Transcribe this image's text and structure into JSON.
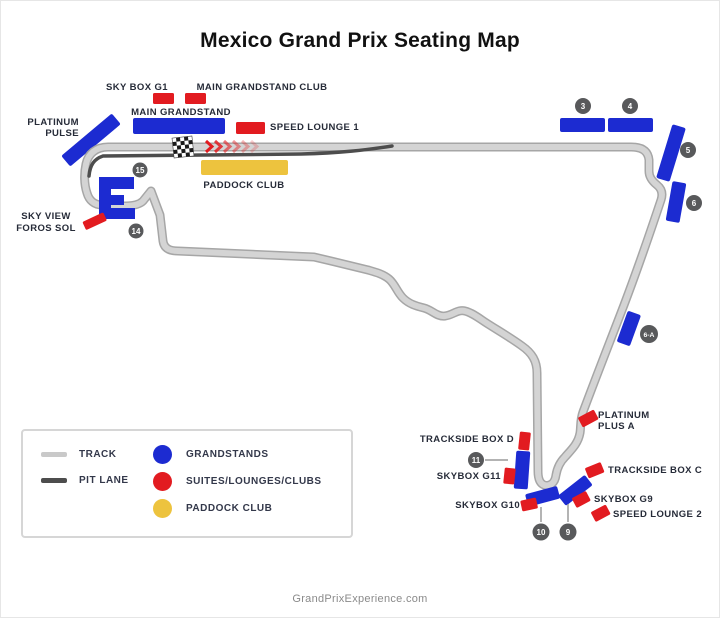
{
  "page": {
    "title": "Mexico Grand Prix Seating Map",
    "footer": "GrandPrixExperience.com"
  },
  "colors": {
    "grandstand_blue": "#1c2bd1",
    "suite_red": "#e21b20",
    "paddock_yellow": "#edc33e",
    "track_gray": "#cecece",
    "track_edge": "#a6a6a6",
    "pit_lane_dark": "#4d4d4d",
    "marker_circle": "#58595b",
    "label_text": "#262b38"
  },
  "areas": {
    "sky_box_g1": "SKY BOX G1",
    "main_grandstand_club": "MAIN GRANDSTAND CLUB",
    "main_grandstand": "MAIN GRANDSTAND",
    "speed_lounge_1": "SPEED LOUNGE 1",
    "platinum_pulse_line1": "PLATINUM",
    "platinum_pulse_line2": "PULSE",
    "paddock_club": "PADDOCK CLUB",
    "sky_view_line1": "SKY VIEW",
    "sky_view_line2": "FOROS SOL",
    "platinum_plus_line1": "PLATINUM",
    "platinum_plus_line2": "PLUS A",
    "trackside_box_d": "TRACKSIDE BOX D",
    "skybox_g11": "SKYBOX G11",
    "skybox_g10": "SKYBOX G10",
    "trackside_box_c": "TRACKSIDE BOX C",
    "skybox_g9": "SKYBOX G9",
    "speed_lounge_2": "SPEED LOUNGE 2"
  },
  "markers": {
    "t3": "3",
    "t4": "4",
    "t5": "5",
    "t6": "6",
    "t6a": "6-A",
    "t9": "9",
    "t10": "10",
    "t11": "11",
    "t14": "14",
    "t15": "15"
  },
  "legend": {
    "track": "TRACK",
    "pit_lane": "PIT LANE",
    "grandstands": "GRANDSTANDS",
    "suites": "SUITES/LOUNGES/CLUBS",
    "paddock_club": "PADDOCK CLUB"
  }
}
